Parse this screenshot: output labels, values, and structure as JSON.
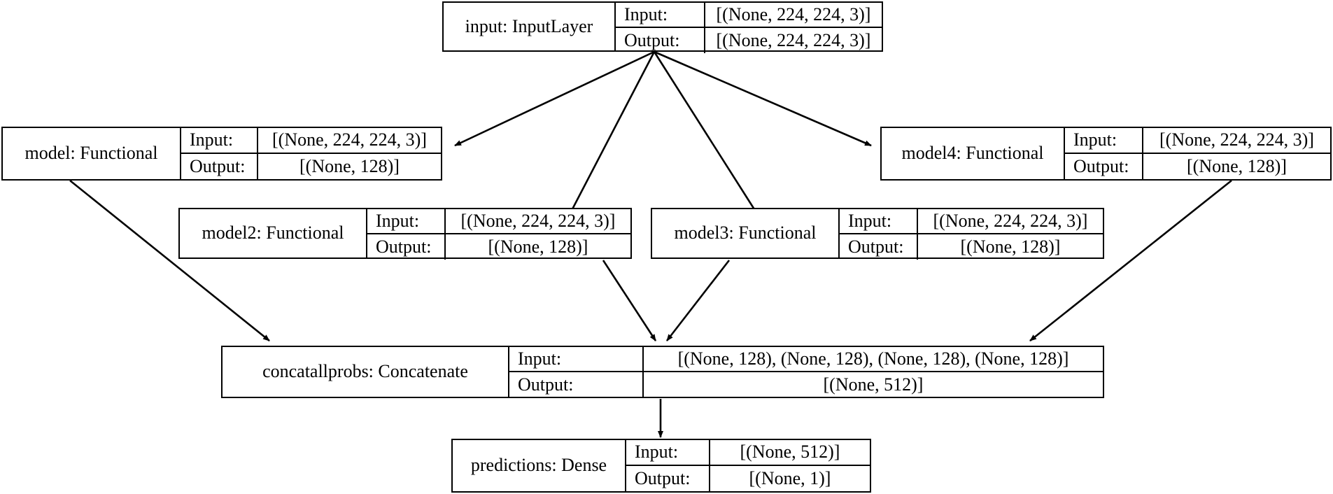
{
  "diagram": {
    "title": "Keras functional model architecture",
    "type": "neural-network-graph",
    "background_color": "#ffffff",
    "line_color": "#000000",
    "text_color": "#000000",
    "io_labels": {
      "input": "Input:",
      "output": "Output:"
    },
    "nodes": [
      {
        "id": "input",
        "name": "input: InputLayer",
        "input_label": "Input:",
        "input_shape": "[(None, 224, 224, 3)]",
        "output_label": "Output:",
        "output_shape": "[(None, 224, 224, 3)]"
      },
      {
        "id": "model",
        "name": "model: Functional",
        "input_label": "Input:",
        "input_shape": "[(None, 224, 224, 3)]",
        "output_label": "Output:",
        "output_shape": "[(None, 128)]"
      },
      {
        "id": "model4",
        "name": "model4: Functional",
        "input_label": "Input:",
        "input_shape": "[(None, 224, 224, 3)]",
        "output_label": "Output:",
        "output_shape": "[(None, 128)]"
      },
      {
        "id": "model2",
        "name": "model2: Functional",
        "input_label": "Input:",
        "input_shape": "[(None, 224, 224, 3)]",
        "output_label": "Output:",
        "output_shape": "[(None, 128)]"
      },
      {
        "id": "model3",
        "name": "model3: Functional",
        "input_label": "Input:",
        "input_shape": "[(None, 224, 224, 3)]",
        "output_label": "Output:",
        "output_shape": "[(None, 128)]"
      },
      {
        "id": "concatallprobs",
        "name": "concatallprobs: Concatenate",
        "input_label": "Input:",
        "input_shape": "[(None, 128), (None, 128), (None, 128), (None, 128)]",
        "output_label": "Output:",
        "output_shape": "[(None, 512)]"
      },
      {
        "id": "predictions",
        "name": "predictions: Dense",
        "input_label": "Input:",
        "input_shape": "[(None, 512)]",
        "output_label": "Output:",
        "output_shape": "[(None, 1)]"
      }
    ],
    "edges": [
      {
        "from": "input",
        "to": "model"
      },
      {
        "from": "input",
        "to": "model2"
      },
      {
        "from": "input",
        "to": "model3"
      },
      {
        "from": "input",
        "to": "model4"
      },
      {
        "from": "model",
        "to": "concatallprobs"
      },
      {
        "from": "model2",
        "to": "concatallprobs"
      },
      {
        "from": "model3",
        "to": "concatallprobs"
      },
      {
        "from": "model4",
        "to": "concatallprobs"
      },
      {
        "from": "concatallprobs",
        "to": "predictions"
      }
    ]
  }
}
